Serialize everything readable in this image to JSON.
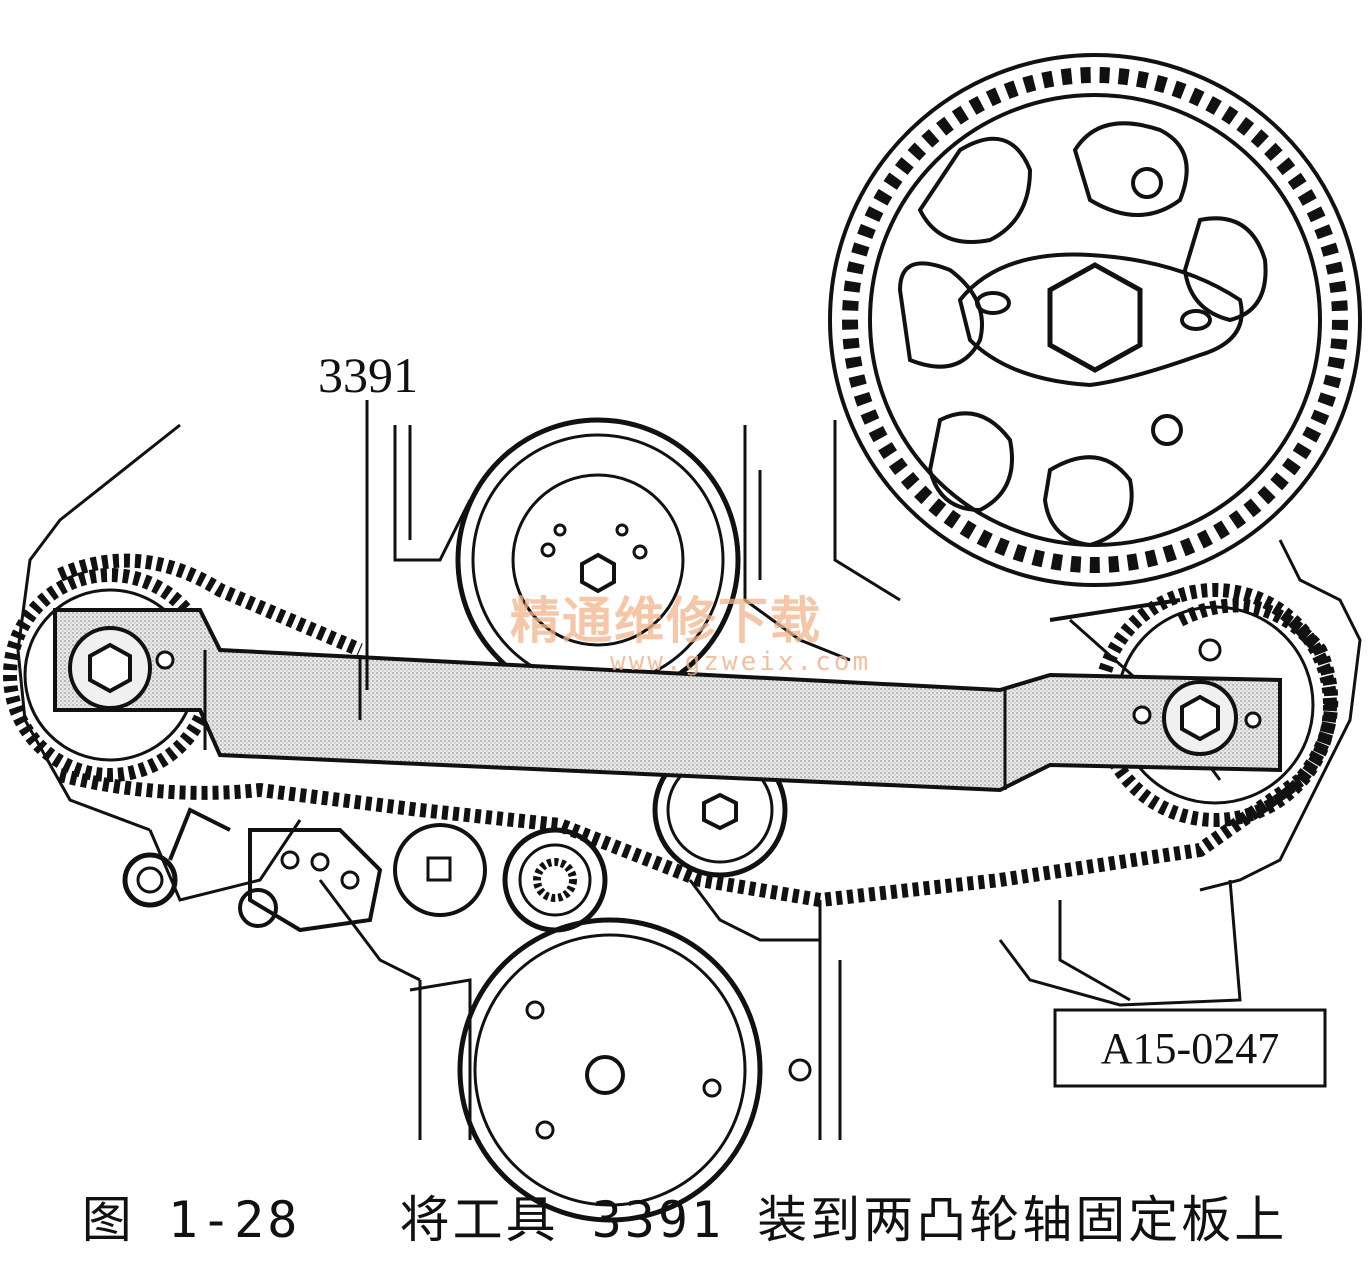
{
  "diagram": {
    "callout_label": "3391",
    "reference_code": "A15-0247",
    "watermark": {
      "text": "精通维修下载",
      "url": "www.gzweix.com",
      "color": "#f2b48a"
    }
  },
  "caption": "图 1-28   将工具 3391 装到两凸轮轴固定板上",
  "icons": [
    "camshaft-sprocket-icon",
    "timing-belt-icon",
    "tensioner-pulley-icon",
    "crankshaft-pulley-icon",
    "holding-tool-bar-icon"
  ]
}
